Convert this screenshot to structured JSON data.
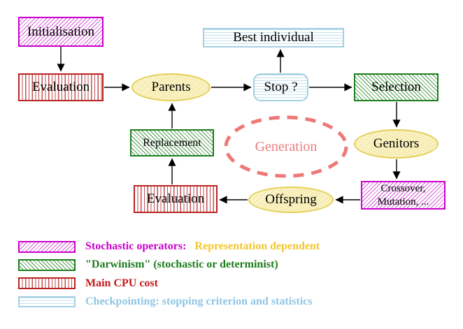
{
  "nodes": {
    "initialisation": {
      "label": "Initialisation"
    },
    "evaluation_top": {
      "label": "Evaluation"
    },
    "parents": {
      "label": "Parents"
    },
    "best_individual": {
      "label": "Best individual"
    },
    "stop": {
      "label": "Stop ?"
    },
    "selection": {
      "label": "Selection"
    },
    "replacement": {
      "label": "Replacement"
    },
    "generation": {
      "label": "Generation"
    },
    "genitors": {
      "label": "Genitors"
    },
    "evaluation_bottom": {
      "label": "Evaluation"
    },
    "offspring": {
      "label": "Offspring"
    },
    "crossover": {
      "line1": "Crossover,",
      "line2": "Mutation, ..."
    }
  },
  "legend": {
    "items": [
      {
        "swatch": "magenta-diagonal-hatch",
        "text": "Stochastic operators:",
        "text2": "Representation dependent"
      },
      {
        "swatch": "green-diagonal-hatch",
        "text": "\"Darwinism\" (stochastic or determinist)"
      },
      {
        "swatch": "red-vertical-stripes",
        "text": "Main CPU cost"
      },
      {
        "swatch": "cyan-horizontal-stripes",
        "text": "Checkpointing: stopping criterion and statistics"
      }
    ]
  },
  "colors": {
    "stochastic_magenta": "#cc00cc",
    "darwinism_green": "#1e7d1e",
    "cpu_red": "#bb2222",
    "checkpoint_blue": "#8fc6e4",
    "population_yellow_border": "#e3cf55",
    "generation_salmon": "#ee7878",
    "representation_yellow_text": "#f2c72e",
    "arrow_black": "#000000"
  }
}
